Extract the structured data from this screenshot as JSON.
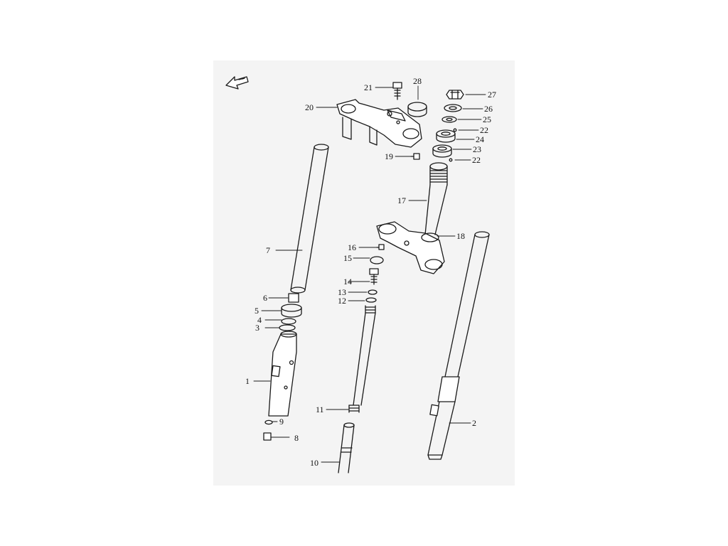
{
  "diagram": {
    "labels": [
      "1",
      "2",
      "3",
      "4",
      "5",
      "6",
      "7",
      "8",
      "9",
      "10",
      "11",
      "12",
      "13",
      "14",
      "15",
      "16",
      "17",
      "18",
      "19",
      "20",
      "21",
      "22",
      "22",
      "23",
      "24",
      "25",
      "26",
      "27",
      "28"
    ],
    "ink_color": "#1a1a1a",
    "sheet_color": "#f4f4f4"
  }
}
